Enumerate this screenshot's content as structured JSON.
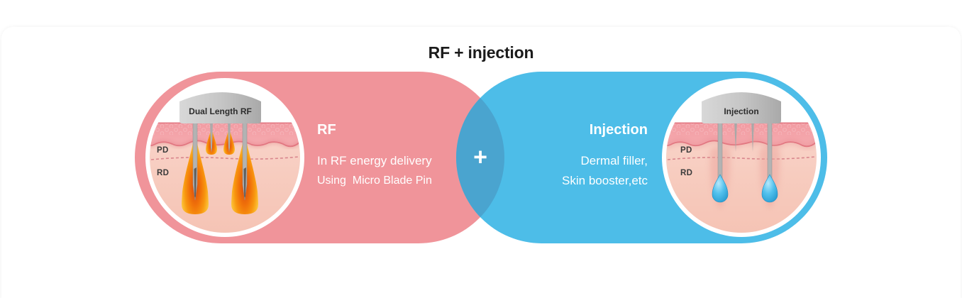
{
  "title": "RF + injection",
  "plus": "+",
  "colors": {
    "pink": "#F0949A",
    "blue": "#4DBDE8",
    "overlap": "#4AA4CF"
  },
  "left": {
    "heading": "RF",
    "line1": "In RF energy delivery",
    "line2": "Using  Micro Blade Pin",
    "device_label": "Dual Length RF",
    "pd_label": "PD",
    "rd_label": "RD"
  },
  "right": {
    "heading": "Injection",
    "line1": "Dermal filler,",
    "line2": "Skin booster,etc",
    "device_label": "Injection",
    "pd_label": "PD",
    "rd_label": "RD"
  }
}
